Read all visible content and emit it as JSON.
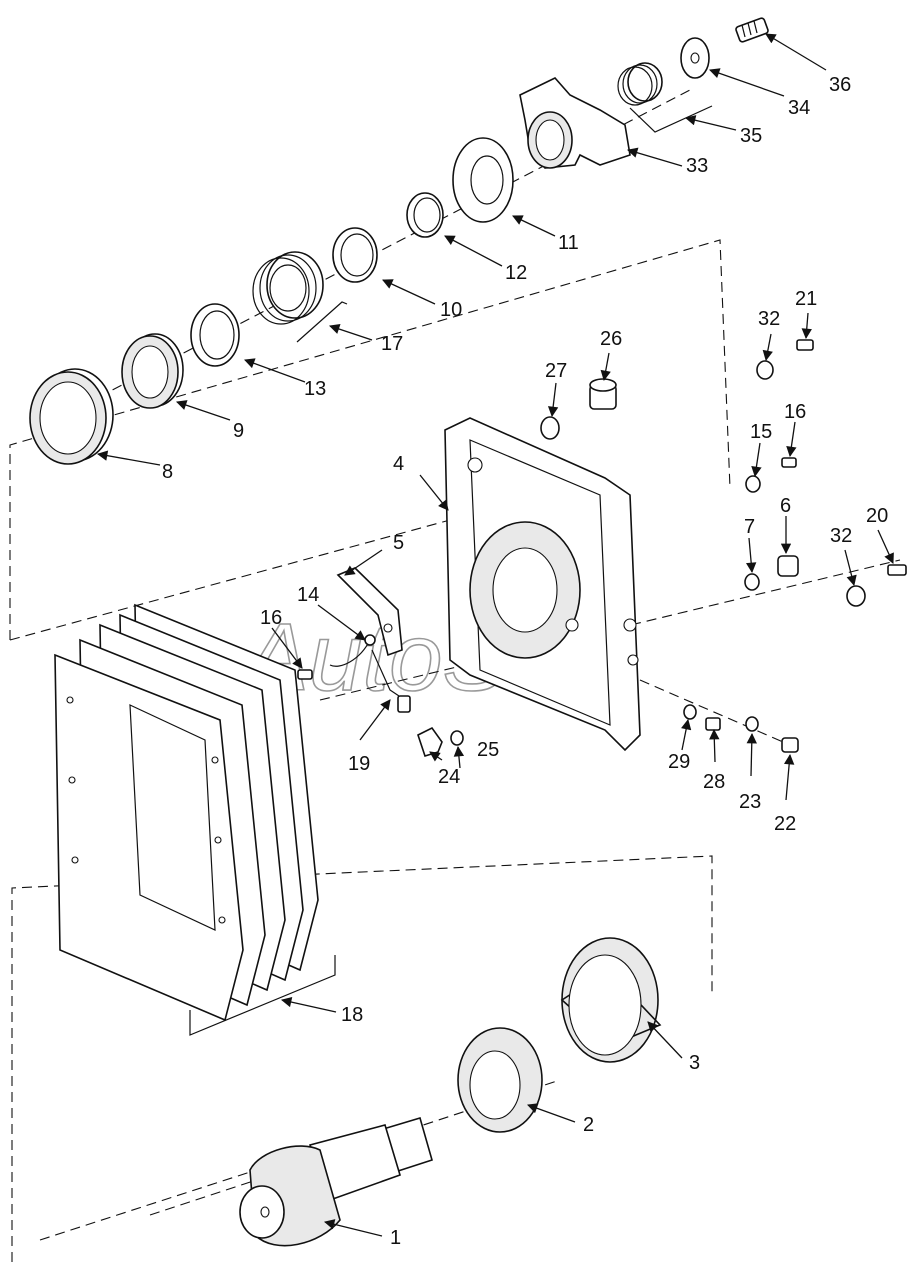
{
  "watermark": "AutoSoft",
  "callouts": [
    "1",
    "2",
    "3",
    "4",
    "5",
    "6",
    "7",
    "8",
    "9",
    "10",
    "11",
    "12",
    "13",
    "14",
    "15",
    "16",
    "16",
    "17",
    "18",
    "19",
    "20",
    "21",
    "22",
    "23",
    "24",
    "25",
    "26",
    "27",
    "28",
    "29",
    "32",
    "32",
    "33",
    "34",
    "35",
    "36"
  ]
}
